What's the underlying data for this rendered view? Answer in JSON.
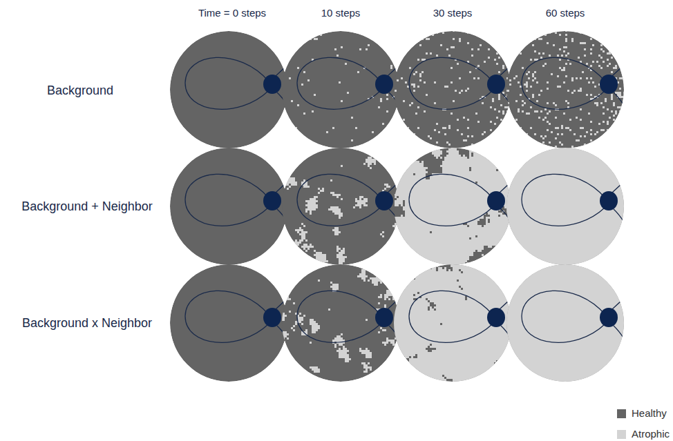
{
  "diagram": {
    "labels": [
      "Time = 0 steps",
      "10 steps",
      "30 steps",
      "60 steps",
      "Background",
      "Background + Neighbor",
      "Background x Neighbor"
    ],
    "legend": [
      {
        "text": "Healthy",
        "color": "#646464"
      },
      {
        "text": "Atrophic",
        "color": "#d3d3d3"
      }
    ]
  }
}
